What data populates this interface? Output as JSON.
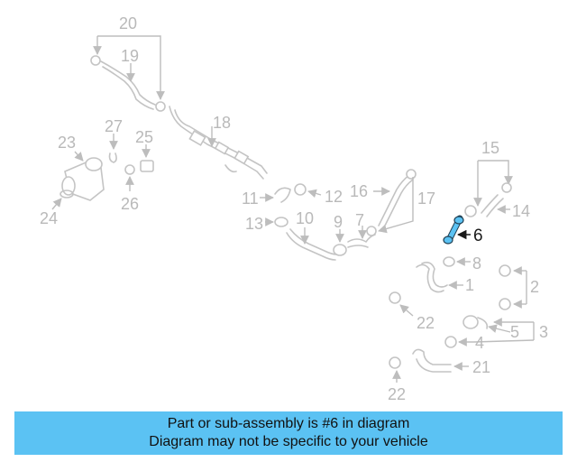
{
  "callouts": {
    "c20": "20",
    "c19": "19",
    "c18": "18",
    "c27": "27",
    "c25": "25",
    "c23": "23",
    "c26": "26",
    "c24": "24",
    "c11": "11",
    "c12": "12",
    "c13": "13",
    "c10": "10",
    "c9": "9",
    "c16": "16",
    "c17": "17",
    "c7": "7",
    "c15": "15",
    "c14": "14",
    "c6": "6",
    "c8": "8",
    "c1": "1",
    "c2": "2",
    "c22a": "22",
    "c5": "5",
    "c3": "3",
    "c4": "4",
    "c21": "21",
    "c22b": "22"
  },
  "highlight": {
    "color": "#5bc2f3",
    "part_number": "6"
  },
  "banner": {
    "line1": "Part or sub-assembly is #6 in diagram",
    "line2": "Diagram may not be specific to your vehicle",
    "color": "#5bc2f3"
  }
}
